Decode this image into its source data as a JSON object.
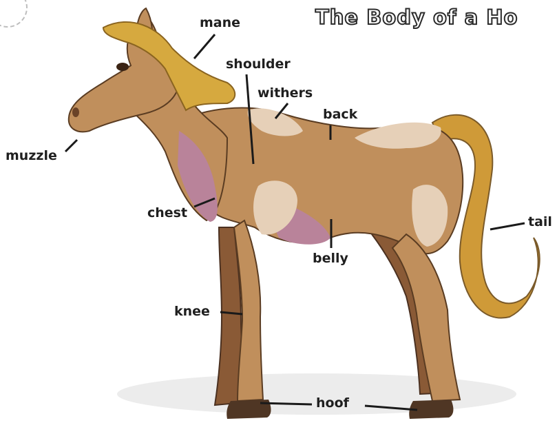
{
  "title": "The Body of a Ho",
  "labels": {
    "mane": "mane",
    "shoulder": "shoulder",
    "withers": "withers",
    "back": "back",
    "muzzle": "muzzle",
    "chest": "chest",
    "tail": "tail",
    "belly": "belly",
    "knee": "knee",
    "hoof": "hoof"
  },
  "colors": {
    "coat": "#c08f5c",
    "coat_dark": "#9a6a45",
    "patch": "#e6d0b8",
    "pink": "#b9839a",
    "mane": "#d6a93f",
    "tail": "#cf9a38",
    "hoof": "#4f3624",
    "leader": "#1a1a1a"
  }
}
